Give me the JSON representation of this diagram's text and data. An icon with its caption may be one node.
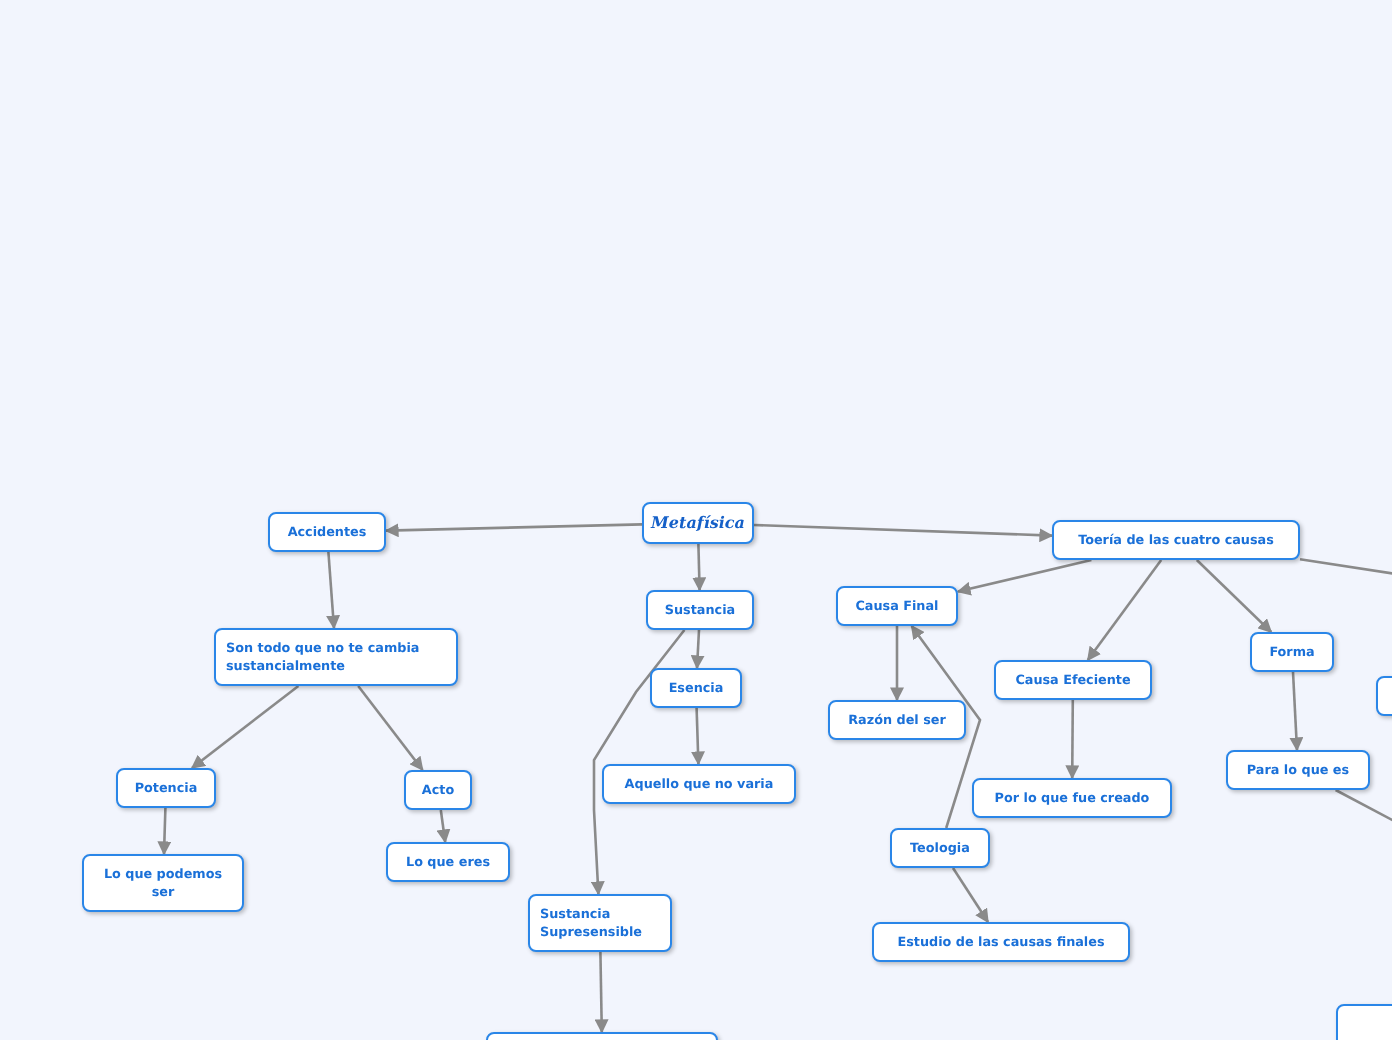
{
  "diagram": {
    "nodes": [
      {
        "text": [
          "Metafísica"
        ]
      },
      {
        "text": [
          "Accidentes"
        ]
      },
      {
        "text": [
          "Toería de las cuatro causas"
        ]
      },
      {
        "text": [
          "Sustancia"
        ]
      },
      {
        "text": [
          "Esencia"
        ]
      },
      {
        "text": [
          "Aquello que no varia"
        ]
      },
      {
        "text": [
          "Sustancia Supresensible"
        ]
      },
      {
        "text": [],
        "shape": "box"
      },
      {
        "text": [
          "Son todo que no te cambia sustancialmente"
        ]
      },
      {
        "text": [
          "Potencia"
        ]
      },
      {
        "text": [
          "Acto"
        ]
      },
      {
        "text": [
          "Lo que podemos ser"
        ]
      },
      {
        "text": [
          "Lo que eres"
        ]
      },
      {
        "text": [
          "Causa Final"
        ]
      },
      {
        "text": [
          "Causa Efeciente"
        ]
      },
      {
        "text": [
          "Forma"
        ]
      },
      {
        "text": [],
        "shape": "box"
      },
      {
        "text": [
          "Razón del ser"
        ]
      },
      {
        "text": [
          "Por lo que fue creado"
        ]
      },
      {
        "text": [
          "Para lo que es"
        ]
      },
      {
        "text": [
          "Teologia"
        ]
      },
      {
        "text": [
          "Estudio de las causas finales"
        ]
      },
      {
        "text": [],
        "shape": "box"
      }
    ],
    "edges": [
      {
        "from": 0,
        "to": 1,
        "arrow": "to"
      },
      {
        "from": 0,
        "to": 2,
        "arrow": "to"
      },
      {
        "from": 0,
        "to": 3,
        "arrow": "to"
      },
      {
        "from": 3,
        "to": 4,
        "arrow": "to"
      },
      {
        "from": 4,
        "to": 5,
        "arrow": "to"
      },
      {
        "from": 3,
        "to": 6,
        "arrow": "to"
      },
      {
        "from": 6,
        "to": 7,
        "arrow": "to"
      },
      {
        "from": 1,
        "to": 8,
        "arrow": "to"
      },
      {
        "from": 8,
        "to": 9,
        "arrow": "to"
      },
      {
        "from": 8,
        "to": 10,
        "arrow": "to"
      },
      {
        "from": 9,
        "to": 11,
        "arrow": "to"
      },
      {
        "from": 10,
        "to": 12,
        "arrow": "to"
      },
      {
        "from": 2,
        "to": 13,
        "arrow": "to"
      },
      {
        "from": 2,
        "to": 14,
        "arrow": "to"
      },
      {
        "from": 2,
        "to": 15,
        "arrow": "to"
      },
      {
        "from": 2,
        "to": null,
        "arrow": "none"
      },
      {
        "from": 13,
        "to": 17,
        "arrow": "to"
      },
      {
        "from": 20,
        "to": 13,
        "arrow": "to"
      },
      {
        "from": 20,
        "to": 21,
        "arrow": "to"
      },
      {
        "from": 14,
        "to": 18,
        "arrow": "to"
      },
      {
        "from": 15,
        "to": 19,
        "arrow": "to"
      },
      {
        "from": 19,
        "to": null,
        "arrow": "none"
      }
    ]
  }
}
